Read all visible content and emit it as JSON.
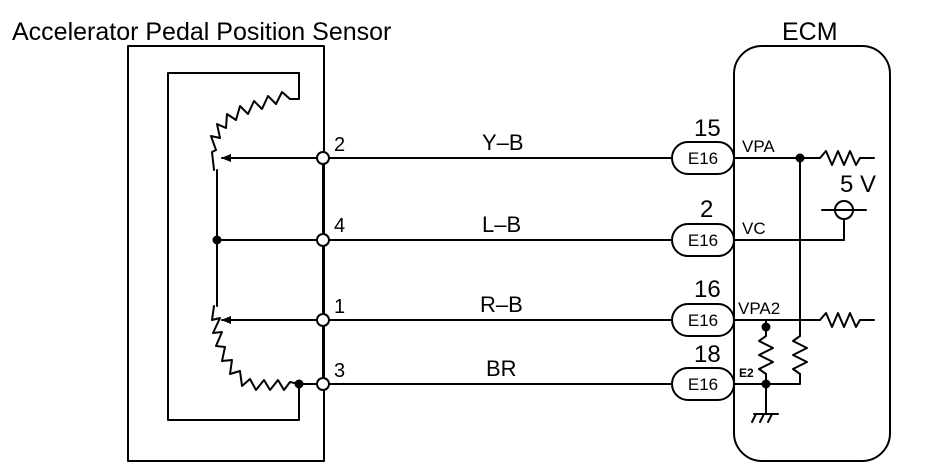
{
  "sensor": {
    "title": "Accelerator Pedal Position Sensor",
    "pins": [
      "2",
      "4",
      "1",
      "3"
    ]
  },
  "ecm": {
    "title": "ECM",
    "supply_label": "5 V",
    "ground_label": "E2"
  },
  "wires": [
    {
      "color_code": "Y–B",
      "sensor_pin": "2",
      "ecm_pin": "15",
      "connector": "E16",
      "signal": "VPA"
    },
    {
      "color_code": "L–B",
      "sensor_pin": "4",
      "ecm_pin": "2",
      "connector": "E16",
      "signal": "VC"
    },
    {
      "color_code": "R–B",
      "sensor_pin": "1",
      "ecm_pin": "16",
      "connector": "E16",
      "signal": "VPA2"
    },
    {
      "color_code": "BR",
      "sensor_pin": "3",
      "ecm_pin": "18",
      "connector": "E16",
      "signal": "E2"
    }
  ]
}
